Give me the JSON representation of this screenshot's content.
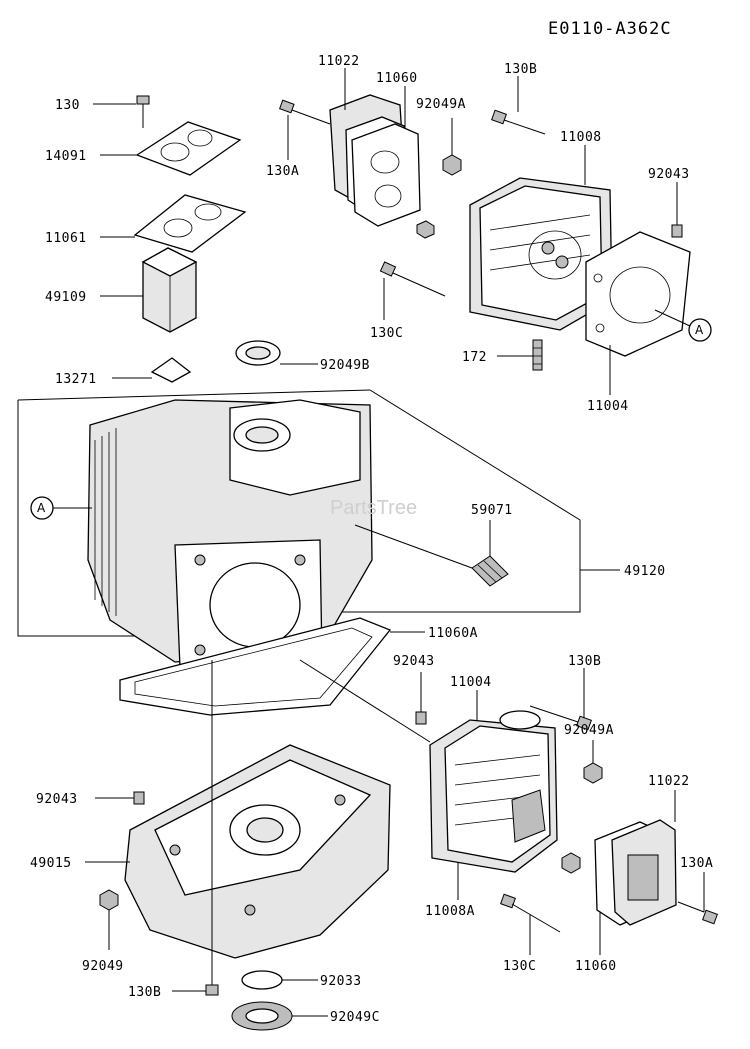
{
  "diagram_code": "E0110-A362C",
  "ref_mark": "A",
  "watermark": "PartsTree",
  "labels": {
    "l130": "130",
    "l14091": "14091",
    "l11061": "11061",
    "l49109": "49109",
    "l13271": "13271",
    "l11022_top": "11022",
    "l11060_top": "11060",
    "l130A_top": "130A",
    "l92049A_top": "92049A",
    "l130B_top": "130B",
    "l11008": "11008",
    "l92043_top": "92043",
    "l130C_top": "130C",
    "l172": "172",
    "l11004_top": "11004",
    "l92049B": "92049B",
    "l59071": "59071",
    "l49120": "49120",
    "l11060A": "11060A",
    "l92043_mid": "92043",
    "l11004_mid": "11004",
    "l130B_mid": "130B",
    "l92049A_mid": "92049A",
    "l11022_mid": "11022",
    "l92043_left": "92043",
    "l49015": "49015",
    "l11008A": "11008A",
    "l130A_mid": "130A",
    "l92049": "92049",
    "l92033": "92033",
    "l130B_bot": "130B",
    "l92049C": "92049C",
    "l130C_bot": "130C",
    "l11060_bot": "11060"
  }
}
